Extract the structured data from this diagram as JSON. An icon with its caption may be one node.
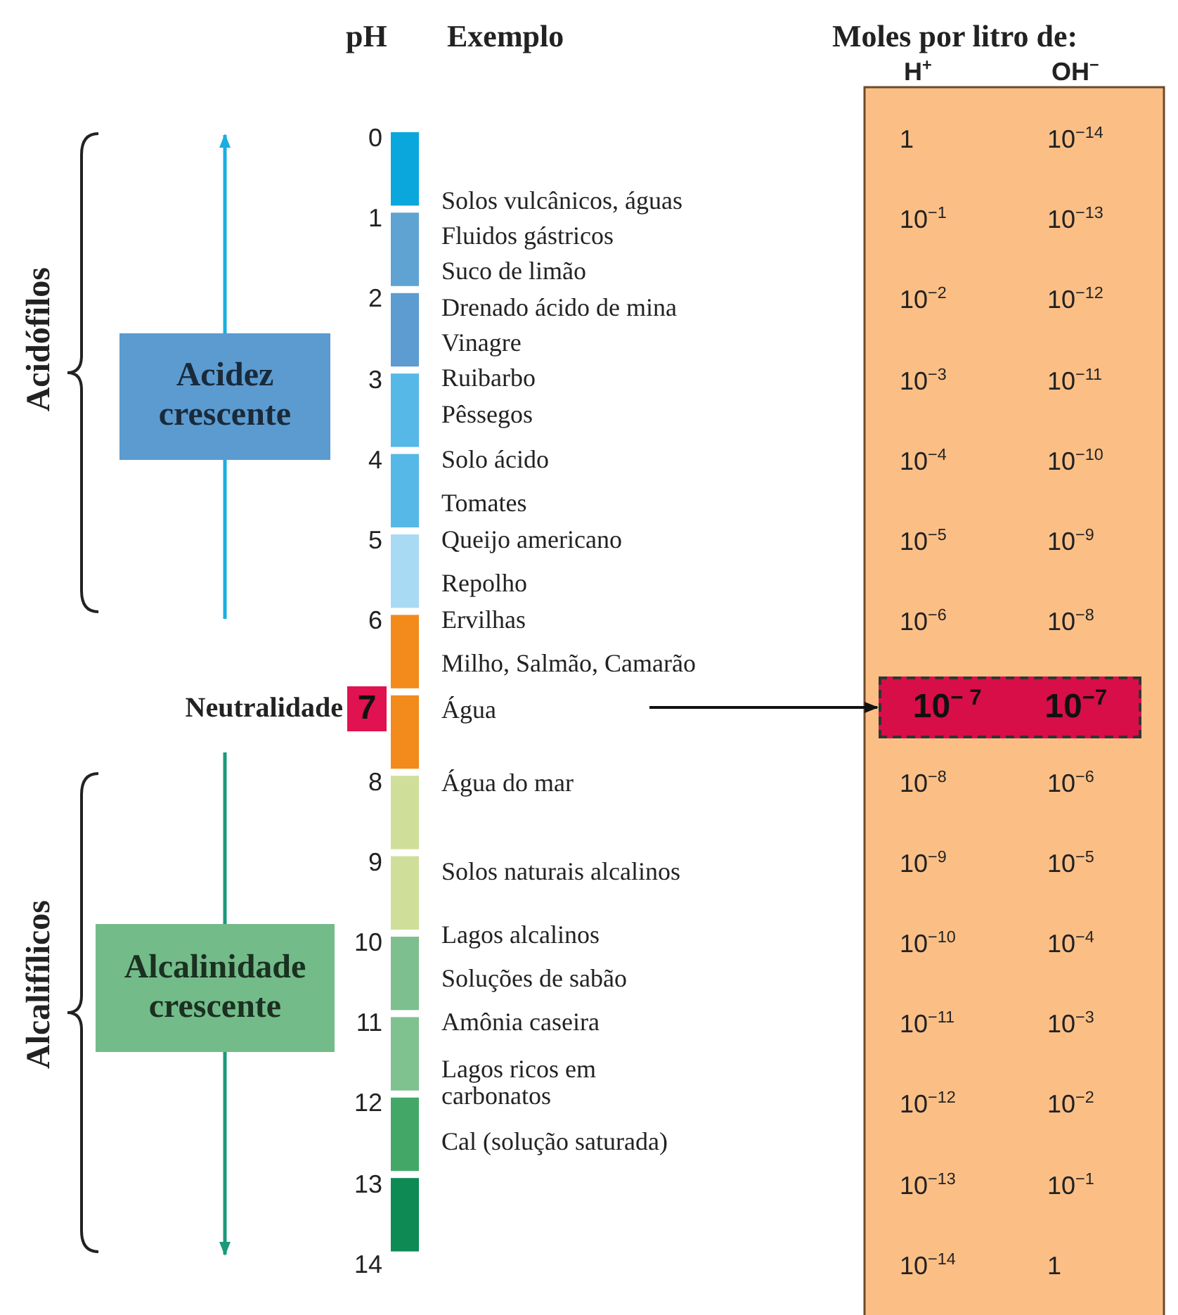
{
  "diagram": {
    "nodes": [
      {
        "text": [
          "Acidez crescente"
        ]
      },
      {
        "text": [
          "Alcalinidade crescente"
        ]
      },
      {
        "text": [
          "7"
        ],
        "beside": [
          "Neutralidade"
        ]
      },
      {
        "text": [
          "10$^{− 7}$",
          "10$^{−7}$"
        ]
      }
    ],
    "edges": [
      {
        "from": null,
        "to": 3,
        "arrow": "to"
      }
    ],
    "labels": [
      "pH",
      "Exemplo",
      "Moles por litro de:",
      "H$^{+}$",
      "OH$^{−}$",
      "Acidófilos",
      "Alcalifílicos",
      "0",
      "1",
      "2",
      "3",
      "4",
      "5",
      "6",
      "8",
      "9",
      "10",
      "11",
      "12",
      "13",
      "14",
      "Solos vulcânicos, águas",
      "Fluidos gástricos",
      "Suco de limão",
      "Drenado ácido de mina",
      "Vinagre",
      "Ruibarbo",
      "Pêssegos",
      "Solo ácido",
      "Tomates",
      "Queijo americano",
      "Repolho",
      "Ervilhas",
      "Milho, Salmão, Camarão",
      "Água",
      "Água do mar",
      "Solos naturais alcalinos",
      "Lagos alcalinos",
      "Soluções de sabão",
      "Amônia caseira",
      "Lagos ricos em carbonatos",
      "Cal (solução saturada)",
      "1",
      "10$^{−14}$",
      "10$^{−1}$",
      "10$^{−13}$",
      "10$^{−2}$",
      "10$^{−12}$",
      "10$^{−3}$",
      "10$^{−11}$",
      "10$^{−4}$",
      "10$^{−10}$",
      "10$^{−5}$",
      "10$^{−9}$",
      "10$^{−6}$",
      "10$^{−8}$",
      "10$^{−8}$",
      "10$^{−6}$",
      "10$^{−9}$",
      "10$^{−5}$",
      "10$^{−10}$",
      "10$^{−4}$",
      "10$^{−11}$",
      "10$^{−3}$",
      "10$^{−12}$",
      "10$^{−2}$",
      "10$^{−13}$",
      "10$^{−1}$",
      "10$^{−14}$",
      "1"
    ]
  }
}
